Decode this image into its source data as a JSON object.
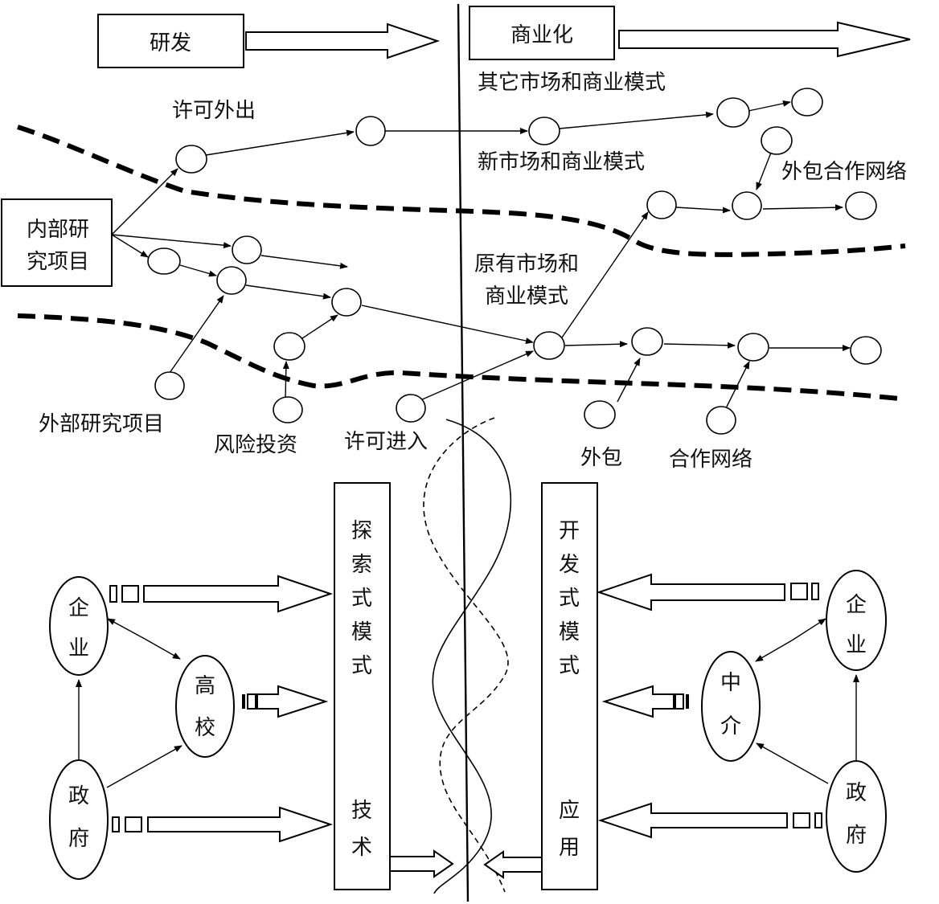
{
  "top": {
    "research_label": "研发",
    "commercial_label": "商业化",
    "internal_project": [
      "内部研",
      "究项目"
    ],
    "license_out": "许可外出",
    "other_markets": "其它市场和商业模式",
    "new_markets": "新市场和商业模式",
    "outsourcing_network": "外包合作网络",
    "existing_markets": [
      "原有市场和",
      "商业模式"
    ],
    "external_project": "外部研究项目",
    "venture_capital": "风险投资",
    "license_in": "许可进入",
    "outsourcing": "外包",
    "cooperation_network": "合作网络"
  },
  "bottom": {
    "exploratory_mode": [
      "探",
      "索",
      "式",
      "模",
      "式"
    ],
    "technology": [
      "技",
      "术"
    ],
    "development_mode": [
      "开",
      "发",
      "式",
      "模",
      "式"
    ],
    "application": [
      "应",
      "用"
    ],
    "left": {
      "enterprise": [
        "企",
        "业"
      ],
      "university": [
        "高",
        "校"
      ],
      "government": [
        "政",
        "府"
      ]
    },
    "right": {
      "intermediary": [
        "中",
        "介"
      ],
      "enterprise": [
        "企",
        "业"
      ],
      "government": [
        "政",
        "府"
      ]
    }
  }
}
